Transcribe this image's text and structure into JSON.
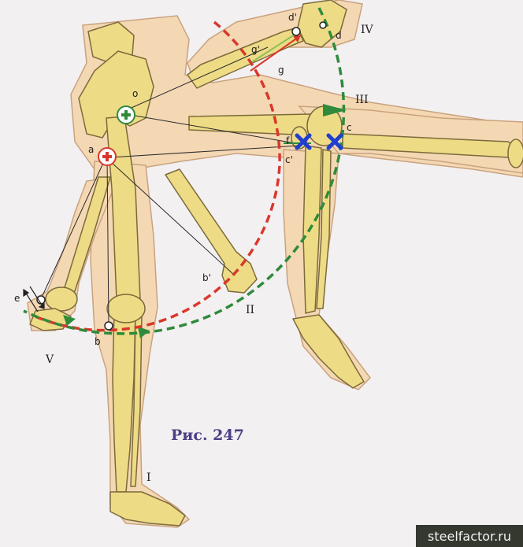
{
  "figure": {
    "caption": "Рис. 247",
    "watermark": "steelfactor.ru",
    "positions": [
      "I",
      "II",
      "III",
      "IV",
      "V"
    ],
    "points": {
      "o": "o",
      "a": "a",
      "b": "b",
      "b_prime": "b'",
      "c": "c",
      "c_prime": "c'",
      "d": "d",
      "d_prime": "d'",
      "e": "e",
      "f": "f",
      "g": "g",
      "g_prime": "g'"
    }
  },
  "colors": {
    "skin": "#f4d8b4",
    "skin_outline": "#c9a27e",
    "bone": "#eedb86",
    "bone_outline": "#7b6a3a",
    "red_arc": "#d8382c",
    "green_arc": "#2f8a3c",
    "cross_marker": "#1f3fd0",
    "plus_green": "#2f8a3c",
    "plus_red": "#d8382c",
    "background": "#f3f0f1"
  }
}
